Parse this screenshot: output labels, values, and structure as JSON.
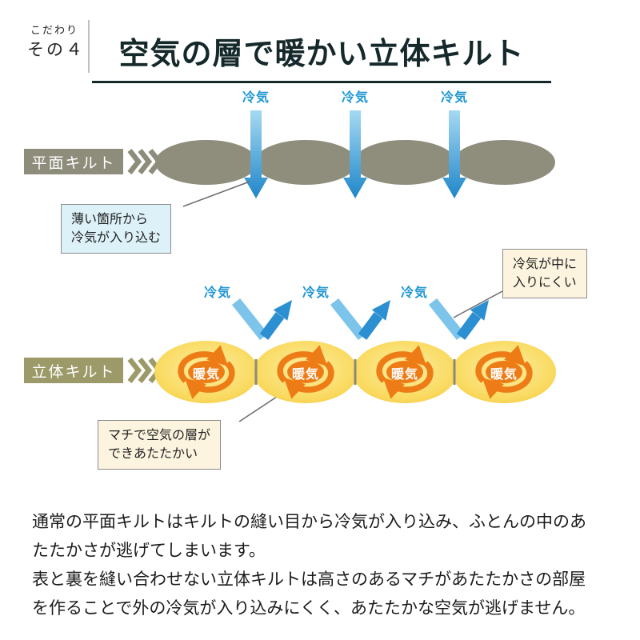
{
  "header": {
    "tagline_small": "こだわり",
    "tagline_big": "その４",
    "title": "空気の層で暖かい立体キルト"
  },
  "flat": {
    "badge": "平面キルト",
    "cold_labels": [
      "冷気",
      "冷気",
      "冷気"
    ],
    "callout": "薄い箇所から\n冷気が入り込む"
  },
  "solid": {
    "badge": "立体キルト",
    "cold_labels": [
      "冷気",
      "冷気",
      "冷気"
    ],
    "warm_labels": [
      "暖気",
      "暖気",
      "暖気",
      "暖気"
    ],
    "callout_right": "冷気が中に\n入りにくい",
    "callout_bottom": "マチで空気の層が\nできあたたかい"
  },
  "body": {
    "para1": "通常の平面キルトはキルトの縫い目から冷気が入り込み、ふとんの中のあたたかさが逃げてしまいます。",
    "para2": "表と裏を縫い合わせない立体キルトは高さのあるマチがあたたかさの部屋を作ることで外の冷気が入り込みにくく、あたたかな空気が逃げません。"
  },
  "colors": {
    "title_dark": "#15292b",
    "cold_blue": "#1e96d4",
    "cold_arrow_light": "#a5d9f2",
    "cold_arrow_dark": "#1f86c9",
    "flat_badge_gray": "#8e8c7a",
    "flat_ellipse_gray": "#8f8d7b",
    "solid_badge_olive": "#9c9a68",
    "quilt_yellow": "#f5c535",
    "quilt_yellow_light": "#fdf0a5",
    "warm_orange": "#ee7c16",
    "callout_blue_bg": "#ddf1f8",
    "callout_cream_bg": "#fcf4df"
  }
}
